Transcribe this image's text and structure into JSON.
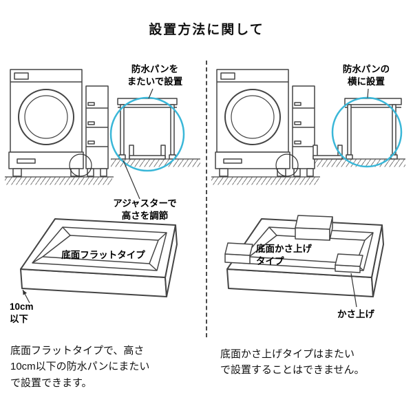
{
  "title": "設置方法に関して",
  "colors": {
    "highlight": "#3ab7d8",
    "line": "#444444"
  },
  "left": {
    "callout": "防水パンを\nまたいで設置",
    "adjuster_note": "アジャスターで\n高さを調節",
    "pan_label": "底面フラットタイプ",
    "height_label": "10cm\n以下",
    "description": "底面フラットタイプで、高さ\n10cm以下の防水パンにまたい\nで設置できます。"
  },
  "right": {
    "callout": "防水パンの\n横に設置",
    "pan_label": "底面かさ上げ\nタイプ",
    "raise_label": "かさ上げ",
    "description": "底面かさ上げタイプはまたい\nで設置することはできません。"
  }
}
